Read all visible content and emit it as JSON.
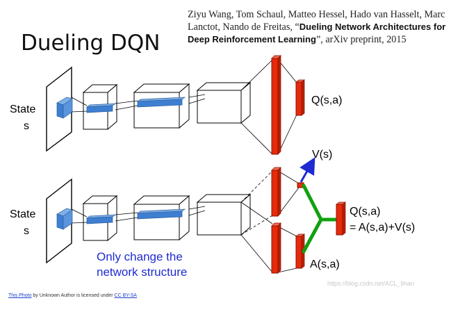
{
  "title": "Dueling DQN",
  "citation": {
    "authors": "Ziyu Wang, Tom Schaul, Matteo Hessel, Hado van Hasselt, Marc Lanctot, Nando de Freitas,",
    "open_quote": "“",
    "paper_title": "Dueling Network Architectures for Deep Reinforcement Learning",
    "close_quote": "”",
    "venue": ", arXiv preprint, 2015"
  },
  "diagram": {
    "top": {
      "input_label_line1": "State",
      "input_label_line2": "s",
      "output_label": "Q(s,a)"
    },
    "bottom": {
      "input_label_line1": "State",
      "input_label_line2": "s",
      "value_label": "V(s)",
      "advantage_label": "A(s,a)",
      "output_label_line1": "Q(s,a)",
      "output_label_line2": "= A(s,a)+V(s)"
    },
    "note_line1": "Only change the",
    "note_line2": "network structure",
    "watermark": "https://blog.csdn.net/ACL_lihan",
    "colors": {
      "layer_red": "#e52a0d",
      "feature_blue": "#3e7fd1",
      "green_stream": "#11a010",
      "arrow_blue": "#1f2bd1"
    }
  },
  "footer": {
    "photo_link": "This Photo",
    "middle_text": " by Unknown Author is licensed under ",
    "license_link": "CC BY-SA"
  }
}
